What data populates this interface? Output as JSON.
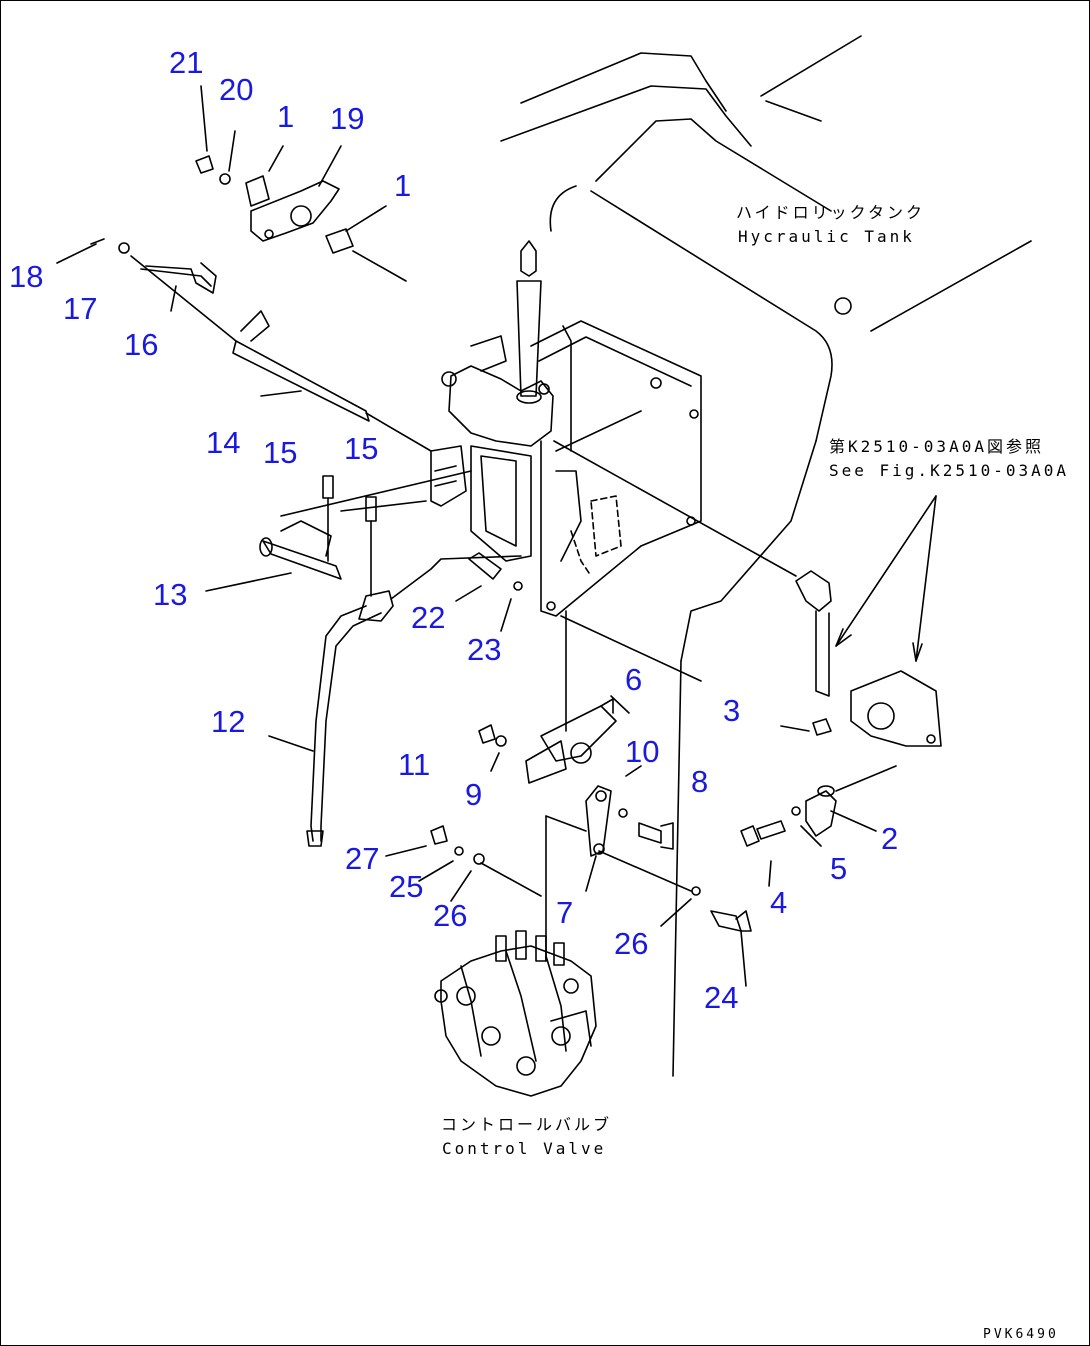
{
  "diagram": {
    "callout_color": "#1a1adf",
    "line_color": "#000000",
    "callouts": [
      "21",
      "20",
      "1",
      "19",
      "1",
      "18",
      "17",
      "16",
      "14",
      "15",
      "15",
      "13",
      "22",
      "23",
      "12",
      "6",
      "3",
      "11",
      "9",
      "10",
      "8",
      "2",
      "5",
      "4",
      "27",
      "25",
      "26",
      "7",
      "26",
      "24"
    ],
    "labels": {
      "hydraulic_tank_jp": "ハイドロリックタンク",
      "hydraulic_tank_en": "Hycraulic Tank",
      "see_fig_jp": "第K2510-03A0A図参照",
      "see_fig_en": "See Fig.K2510-03A0A",
      "control_valve_jp": "コントロールバルブ",
      "control_valve_en": "Control Valve",
      "drawing_code": "PVK6490"
    }
  }
}
